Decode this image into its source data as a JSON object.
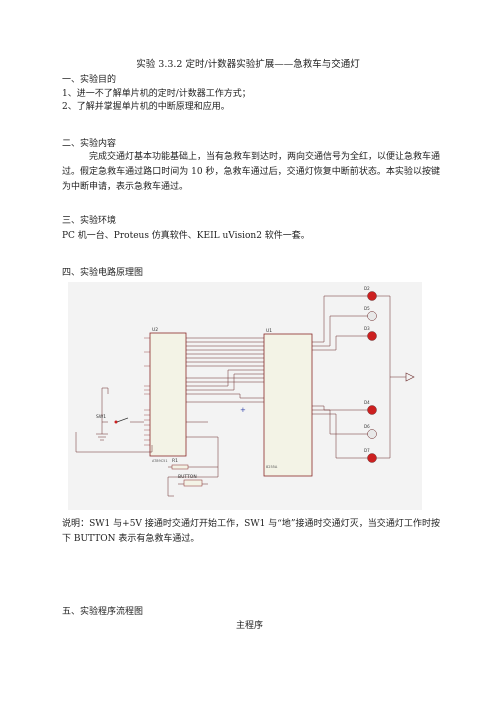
{
  "title": "实验 3.3.2    定时/计数器实验扩展——急救车与交通灯",
  "sections": {
    "s1_head": "一、实验目的",
    "s1_item1": "1、进一不了解单片机的定时/计数器工作方式；",
    "s1_item2": "2、了解并掌握单片机的中断原理和应用。",
    "s2_head": "二、实验内容",
    "s2_body": "完成交通灯基本功能基础上，当有急救车到达时，两向交通信号为全红，以便让急救车通过。假定急救车通过路口时间为 10 秒，急救车通过后，交通灯恢复中断前状态。本实验以按键为中断申请，表示急救车通过。",
    "s3_head": "三、实验环境",
    "s3_body": "PC 机一台、Proteus 仿真软件、KEIL uVision2 软件一套。",
    "s4_head": "四、实验电路原理图",
    "s4_note": "说明：SW1 与+5V 接通时交通灯开始工作，SW1 与“地”接通时交通灯灭，当交通灯工作时按下 BUTTON 表示有急救车通过。",
    "s5_head": "五、实验程序流程图",
    "s5_sub": "主程序"
  },
  "circuit": {
    "u2_label": "U2",
    "u1_label": "U1",
    "u2_part": "AT89C51",
    "u1_part": "8255A",
    "sw_label": "SW1",
    "button_label": "BUTTON",
    "r1_label": "R1",
    "led_labels": [
      "D2",
      "D5",
      "D3",
      "D4",
      "D6",
      "D7"
    ],
    "led_colors": [
      "#cc2020",
      "#e8e8e8",
      "#cc2020",
      "#cc2020",
      "#e8e8e8",
      "#cc2020"
    ],
    "wire_color": "#6b2a2a",
    "chip_fill": "#f3f3e6",
    "chip_stroke": "#8a2a2a"
  }
}
